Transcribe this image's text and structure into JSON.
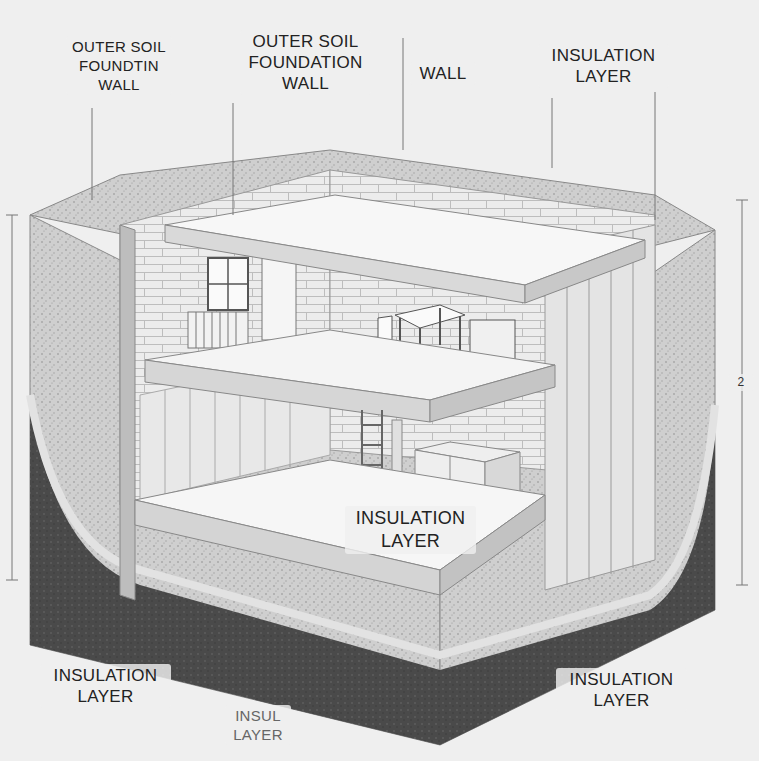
{
  "diagram": {
    "labels": [
      "OUTER SOIL FOUNDTIN WALL",
      "OUTER SOIL FOUNDATION WALL",
      "WALL",
      "INSULATION LAYER",
      "2",
      "INSULATION LAYER",
      "INSULATION LAYER",
      "INSUL LAYER",
      "INSULATION LAYER"
    ]
  }
}
